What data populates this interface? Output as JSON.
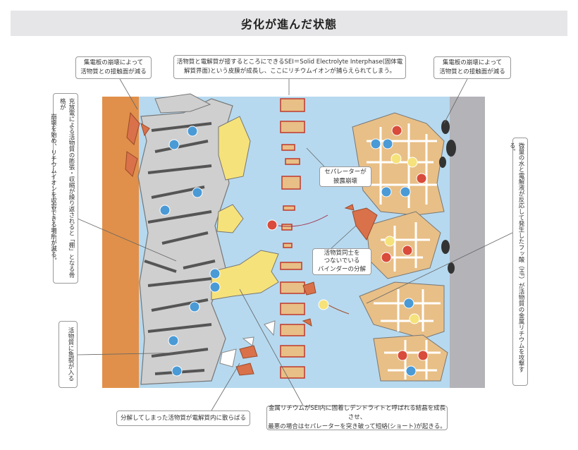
{
  "title": "劣化が進んだ状態",
  "callouts": {
    "collector_left": [
      "集電板の崩壊によって",
      "活物質との接触面が減る"
    ],
    "sei": [
      "活物質と電解質が接するところにできるSEI＝Solid Electrolyte Interphase(固体電",
      "解質界面)という皮膜が成長し、ここにリチウムイオンが捕らえられてしまう。"
    ],
    "collector_right": [
      "集電板の崩壊によって",
      "活物質との接触面が減る"
    ],
    "expansion": [
      "充放電による活物質の膨張・収縮が繰り返されると「棚」となる骨格が",
      "崩壊を始め、リチウムイオンを収容できる場所が減る。"
    ],
    "crack": "活物質に亀裂が入る",
    "hf": "微量の水と電解液が反応して発生したフッ酸（HF）が活物質の金属リチウムを攻撃する。",
    "scattered": "分解してしまった活物質が電解質内に散らばる",
    "dendrite": [
      "金属リチウムがSEI内に固着しデンドライトと呼ばれる結晶を成長させ、",
      "最悪の場合はセパレーターを突き破って短絡(ショート)が起きる。"
    ],
    "separator": [
      "セパレーターが",
      "披露崩壊"
    ],
    "binder": [
      "活物質同士を",
      "つないでいる",
      "バインダーの分解"
    ]
  },
  "colors": {
    "collector_left": "#e0904a",
    "electrolyte": "#b6d9ef",
    "collector_right": "#b3b3b8",
    "anode": "#cfcfcf",
    "cathode": "#e8bf86",
    "sei": "#f6e27a",
    "debris": "#d9714a",
    "li_ion": "#4a9ad6",
    "metal": "#d94b3a"
  }
}
